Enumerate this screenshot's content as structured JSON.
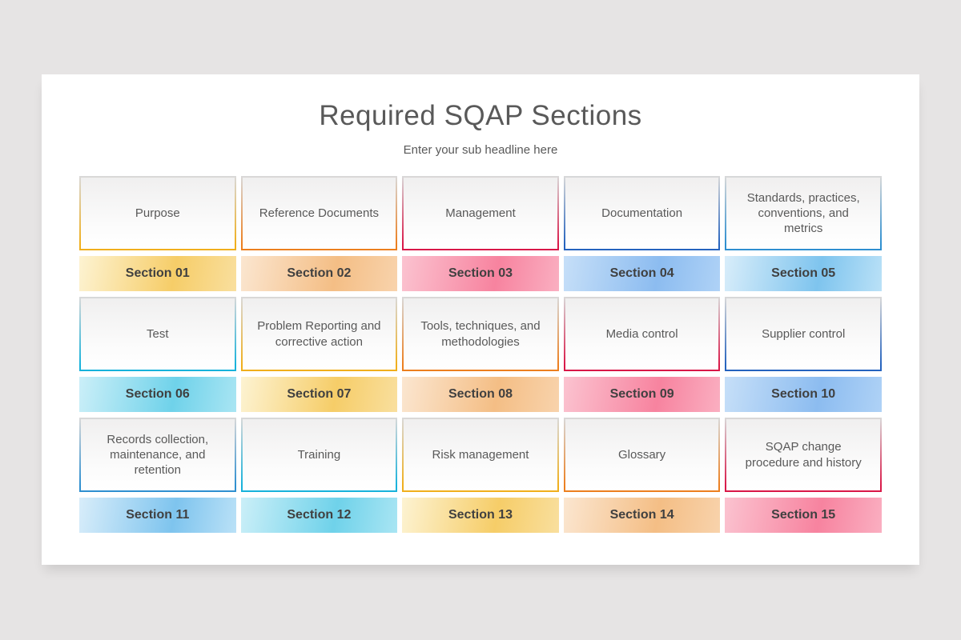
{
  "page": {
    "background_color": "#E6E4E4",
    "slide_color": "#FFFFFF",
    "border_fade_top": "#D9D9D9"
  },
  "header": {
    "title": "Required SQAP Sections",
    "subtitle": "Enter your sub headline here",
    "title_color": "#595959"
  },
  "themes": {
    "yellow": {
      "border": "#F0AF1C",
      "band": [
        "#FDF3D2",
        "#F6CD68",
        "#F9DF9E"
      ]
    },
    "orange": {
      "border": "#EC7F1F",
      "band": [
        "#FBE6D0",
        "#F4BE85",
        "#F8D3AC"
      ]
    },
    "pink": {
      "border": "#D91848",
      "band": [
        "#FBC3D0",
        "#F7839F",
        "#FAAFC1"
      ]
    },
    "blue": {
      "border": "#2563BE",
      "band": [
        "#C6DFF8",
        "#8CBCF0",
        "#AFD2F6"
      ]
    },
    "skyblue": {
      "border": "#2E8FD0",
      "band": [
        "#D8EDFA",
        "#7EC4EE",
        "#BAE1F7"
      ]
    },
    "cyan": {
      "border": "#17B2DB",
      "band": [
        "#CBEFF8",
        "#6FD2EA",
        "#A9E5F3"
      ]
    }
  },
  "cards": [
    {
      "label": "Purpose",
      "section": "Section 01",
      "theme": "yellow"
    },
    {
      "label": "Reference Documents",
      "section": "Section 02",
      "theme": "orange"
    },
    {
      "label": "Management",
      "section": "Section 03",
      "theme": "pink"
    },
    {
      "label": "Documentation",
      "section": "Section 04",
      "theme": "blue"
    },
    {
      "label": "Standards, practices, conventions, and metrics",
      "section": "Section 05",
      "theme": "skyblue"
    },
    {
      "label": "Test",
      "section": "Section 06",
      "theme": "cyan"
    },
    {
      "label": "Problem Reporting and corrective action",
      "section": "Section 07",
      "theme": "yellow"
    },
    {
      "label": "Tools, techniques, and methodologies",
      "section": "Section 08",
      "theme": "orange"
    },
    {
      "label": "Media control",
      "section": "Section 09",
      "theme": "pink"
    },
    {
      "label": "Supplier control",
      "section": "Section 10",
      "theme": "blue"
    },
    {
      "label": "Records collection, maintenance, and retention",
      "section": "Section 11",
      "theme": "skyblue"
    },
    {
      "label": "Training",
      "section": "Section 12",
      "theme": "cyan"
    },
    {
      "label": "Risk management",
      "section": "Section 13",
      "theme": "yellow"
    },
    {
      "label": "Glossary",
      "section": "Section 14",
      "theme": "orange"
    },
    {
      "label": "SQAP change procedure and history",
      "section": "Section 15",
      "theme": "pink"
    }
  ]
}
